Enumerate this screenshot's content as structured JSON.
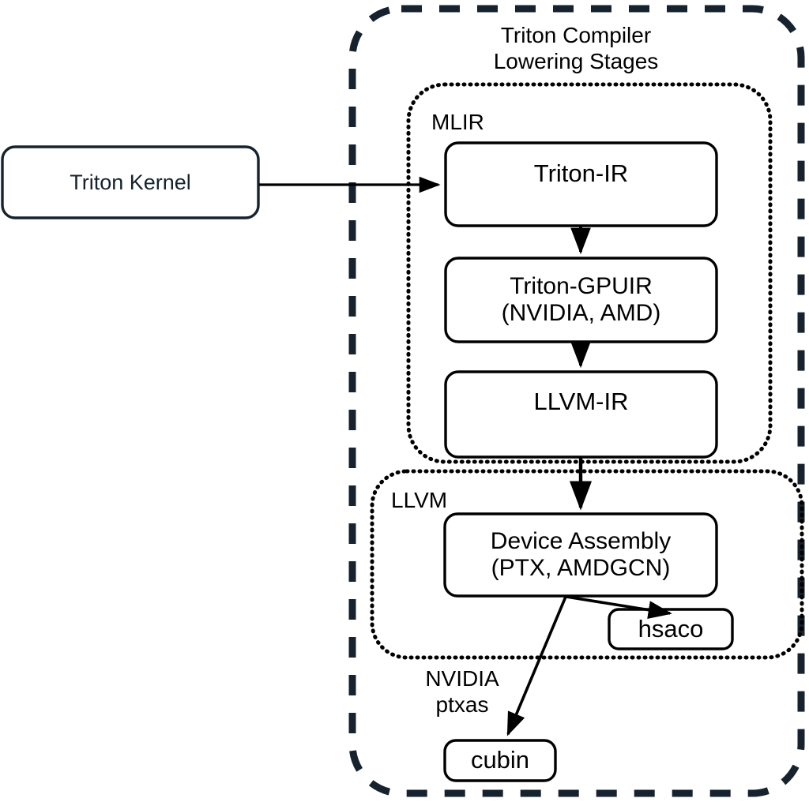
{
  "figure": {
    "title": "Triton Compiler Lowering Stages",
    "type": "flowchart"
  },
  "colors": {
    "outline_dark_navy": "#16222e",
    "outline_black": "#000000",
    "background": "#ffffff"
  },
  "containers": {
    "outer": {
      "label": "Triton Compiler\nLowering Stages",
      "border_style": "dashed",
      "border_color": "#16222e"
    },
    "mlir": {
      "label": "MLIR",
      "border_style": "dotted",
      "border_color": "#000000"
    },
    "llvm": {
      "label": "LLVM",
      "border_style": "dotted",
      "border_color": "#000000"
    }
  },
  "nodes": {
    "triton_kernel": {
      "label": "Triton Kernel"
    },
    "triton_ir": {
      "label": "Triton-IR"
    },
    "triton_gpuir": {
      "label": "Triton-GPUIR\n(NVIDIA, AMD)"
    },
    "llvm_ir": {
      "label": "LLVM-IR"
    },
    "device_assembly": {
      "label": "Device Assembly\n(PTX, AMDGCN)"
    },
    "hsaco": {
      "label": "hsaco"
    },
    "cubin": {
      "label": "cubin"
    }
  },
  "annotations": {
    "nvidia_ptxas": "NVIDIA\nptxas"
  },
  "edges": [
    {
      "from": "triton_kernel",
      "to": "triton_ir",
      "style": "solid-arrow"
    },
    {
      "from": "triton_ir",
      "to": "triton_gpuir",
      "style": "solid-arrow"
    },
    {
      "from": "triton_gpuir",
      "to": "llvm_ir",
      "style": "solid-arrow"
    },
    {
      "from": "llvm_ir",
      "to": "device_assembly",
      "style": "solid-arrow"
    },
    {
      "from": "device_assembly",
      "to": "hsaco",
      "style": "solid-arrow"
    },
    {
      "from": "device_assembly",
      "to": "cubin",
      "style": "solid-arrow",
      "label": "NVIDIA ptxas"
    }
  ]
}
